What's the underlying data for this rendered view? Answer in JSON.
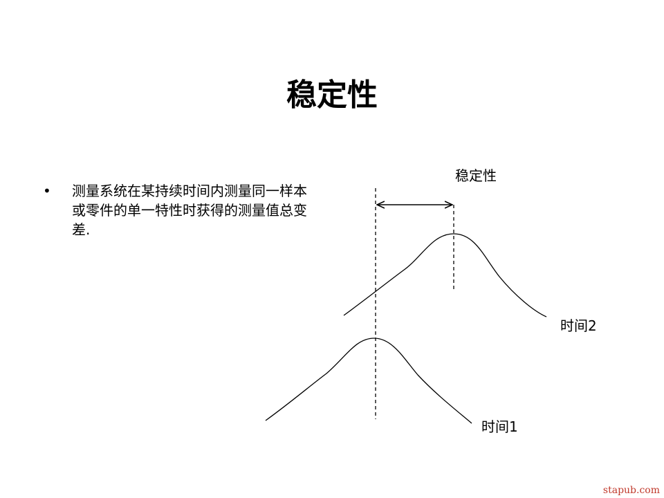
{
  "slide": {
    "title": "稳定性"
  },
  "bullets": [
    {
      "marker": "•",
      "text": "测量系统在某持续时间内测量同一样本或零件的单一特性时获得的测量值总变差."
    }
  ],
  "diagram": {
    "stability_label": "稳定性",
    "time2_label": "时间2",
    "time1_label": "时间1",
    "line_color": "#000000"
  },
  "watermark": {
    "text": "stapub.com",
    "color": "#c0392b"
  }
}
